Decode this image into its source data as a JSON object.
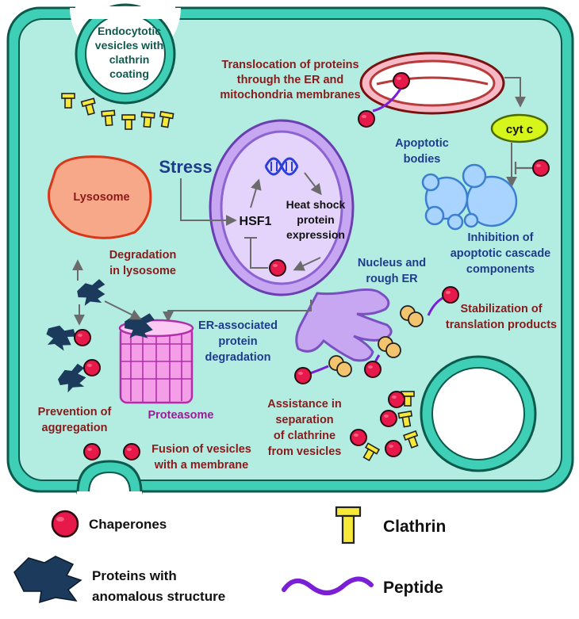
{
  "labels": {
    "endocytotic": [
      "Endocytotic",
      "vesicles with",
      "clathrin",
      "coating"
    ],
    "translocation": [
      "Translocation of proteins",
      "through the ER and",
      "mitochondria membranes"
    ],
    "cytc": "cyt c",
    "apoptotic_bodies": [
      "Apoptotic",
      "bodies"
    ],
    "inhibition": [
      "Inhibition of",
      "apoptotic cascade",
      "components"
    ],
    "lysosome": "Lysosome",
    "stress": "Stress",
    "hsf1": "HSF1",
    "hsp_expression": [
      "Heat shock",
      "protein",
      "expression"
    ],
    "degradation_lysosome": [
      "Degradation",
      "in lysosome"
    ],
    "nucleus": [
      "Nucleus and",
      "rough ER"
    ],
    "stabilization": [
      "Stabilization of",
      "translation products"
    ],
    "erad": [
      "ER-associated",
      "protein",
      "degradation"
    ],
    "prevention": [
      "Prevention of",
      "aggregation"
    ],
    "proteasome": "Proteasome",
    "assistance": [
      "Assistance in",
      "separation",
      "of clathrine",
      "from vesicles"
    ],
    "fusion": [
      "Fusion of vesicles",
      "with a membrane"
    ]
  },
  "legend": {
    "chaperones": "Chaperones",
    "clathrin": "Clathrin",
    "proteins": [
      "Proteins with",
      "anomalous structure"
    ],
    "peptide": "Peptide"
  },
  "colors": {
    "cell_fill": "#b3ede2",
    "membrane": "#3fcfb7",
    "chaperone": "#e6194a",
    "clathrin": "#f7e93a",
    "protein": "#1b3a5c",
    "peptide": "#7a1fd6",
    "nucleus": "#d9c2f5",
    "lysosome": "#f7a888",
    "proteasome": "#f59ee8",
    "apoptotic": "#a9d4ff",
    "cytc_fill": "#d6f51a",
    "label_maroon": "#8b1a1a",
    "label_navy": "#1f3c8c"
  }
}
